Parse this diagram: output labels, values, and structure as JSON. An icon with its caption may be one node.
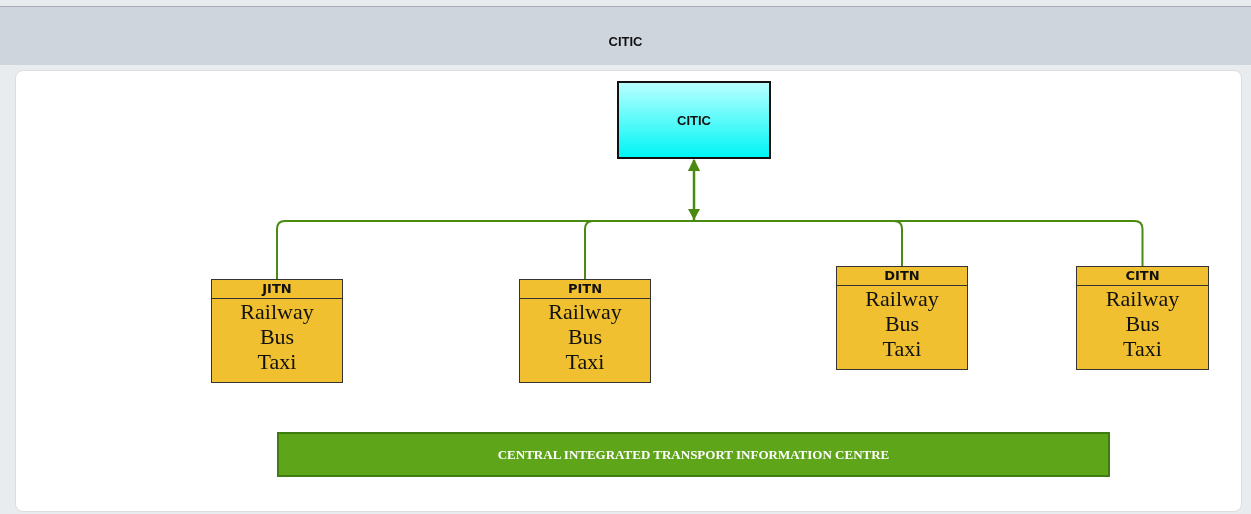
{
  "diagram": {
    "title": "CITIC",
    "nodes": [
      {
        "text": [
          "CITIC"
        ]
      },
      {
        "text": [
          "JITN",
          "Railway",
          "Bus",
          "Taxi"
        ]
      },
      {
        "text": [
          "PITN",
          "Railway",
          "Bus",
          "Taxi"
        ]
      },
      {
        "text": [
          "DITN",
          "Railway",
          "Bus",
          "Taxi"
        ]
      },
      {
        "text": [
          "CITN",
          "Railway",
          "Bus",
          "Taxi"
        ]
      },
      {
        "text": [
          "CENTRAL INTEGRATED TRANSPORT INFORMATION CENTRE"
        ]
      }
    ],
    "edges": [
      {
        "from": 1,
        "to": 0,
        "arrow": "to"
      },
      {
        "from": 2,
        "to": 0,
        "arrow": "to"
      },
      {
        "from": 3,
        "to": 0,
        "arrow": "to"
      },
      {
        "from": 4,
        "to": 0,
        "arrow": "to"
      }
    ]
  }
}
